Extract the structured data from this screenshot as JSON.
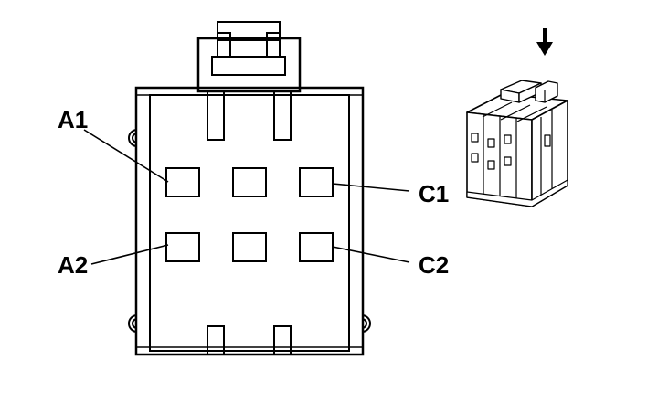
{
  "pin_labels": {
    "a1": "A1",
    "a2": "A2",
    "c1": "C1",
    "c2": "C2"
  },
  "icons": {
    "insert_direction": "down-arrow-icon"
  },
  "colors": {
    "line": "#000000",
    "background": "#ffffff"
  }
}
